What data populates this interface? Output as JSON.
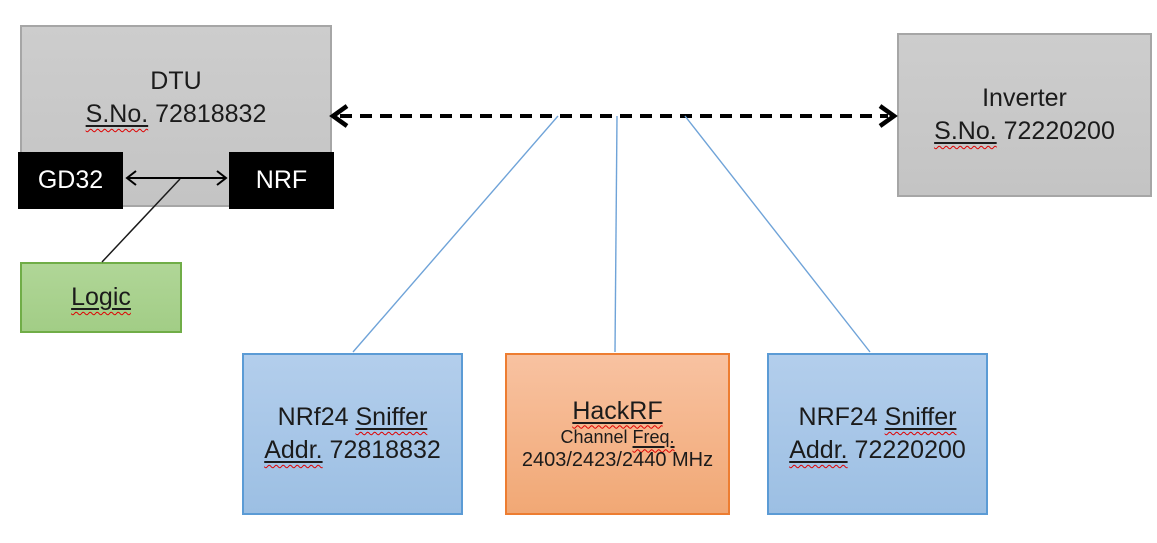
{
  "nodes": {
    "dtu": {
      "title": "DTU",
      "serial_label": "S.No.",
      "serial": "72818832"
    },
    "gd32": {
      "label": "GD32"
    },
    "nrf": {
      "label": "NRF"
    },
    "logic": {
      "label": "Logic"
    },
    "inverter": {
      "title": "Inverter",
      "serial_label": "S.No.",
      "serial": "72220200"
    },
    "sniffer_left": {
      "model": "NRf24",
      "role": "Sniffer",
      "addr_label": "Addr.",
      "addr": "72818832"
    },
    "hackrf": {
      "title": "HackRF",
      "freq_word1": "Channel",
      "freq_word2": "Freq.",
      "frequencies": "2403/2423/2440 MHz"
    },
    "sniffer_right": {
      "model": "NRF24",
      "role": "Sniffer",
      "addr_label": "Addr.",
      "addr": "72220200"
    }
  },
  "edges": [
    {
      "from": "dtu",
      "to": "inverter",
      "style": "dashed-double-arrow"
    },
    {
      "from": "gd32",
      "to": "nrf",
      "style": "double-arrow"
    },
    {
      "from": "gd32-nrf-arrow",
      "to": "logic",
      "style": "plain-line"
    },
    {
      "from": "rf-link",
      "to": "sniffer_left",
      "style": "plain-line"
    },
    {
      "from": "rf-link",
      "to": "hackrf",
      "style": "plain-line"
    },
    {
      "from": "rf-link",
      "to": "sniffer_right",
      "style": "plain-line"
    }
  ],
  "colors": {
    "gray_fill": "#C9C9C9",
    "gray_border": "#A6A6A6",
    "chip_black": "#000000",
    "chip_text": "#FFFFFF",
    "green_fill": "#A9D18E",
    "green_border": "#70AD47",
    "blue_fill": "#A7C6E7",
    "blue_border": "#5B9BD5",
    "orange_fill": "#F4B183",
    "orange_border": "#ED7D31",
    "connector_blue": "#6FA3D8",
    "arrow_black": "#000000",
    "squiggle_red": "#E00000",
    "text": "#1B1B1B"
  }
}
